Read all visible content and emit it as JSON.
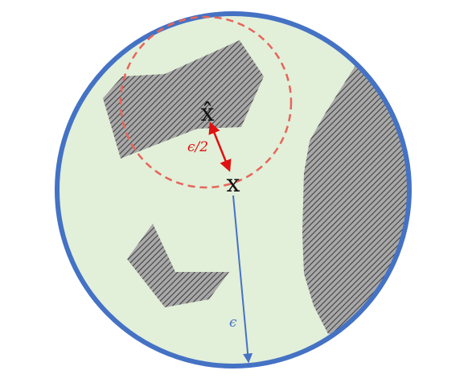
{
  "labels": {
    "point_x": "x",
    "point_x_hat": "x̂",
    "half_epsilon": "ϵ/2",
    "epsilon": "ϵ"
  },
  "colors": {
    "ball_fill": "#e2efd9",
    "ball_outline": "#4472c4",
    "obstacle_fill": "#9a9a9a",
    "obstacle_hatch": "#3a3a3a",
    "inner_ball_dashed": "#e8645a",
    "half_epsilon_arrow": "#e01010",
    "half_epsilon_label": "#e01010",
    "epsilon_arrow": "#4472c4",
    "epsilon_label": "#4472c4"
  },
  "icons": {
    "hatched_regions": "diagonal-hatch-obstacle"
  }
}
